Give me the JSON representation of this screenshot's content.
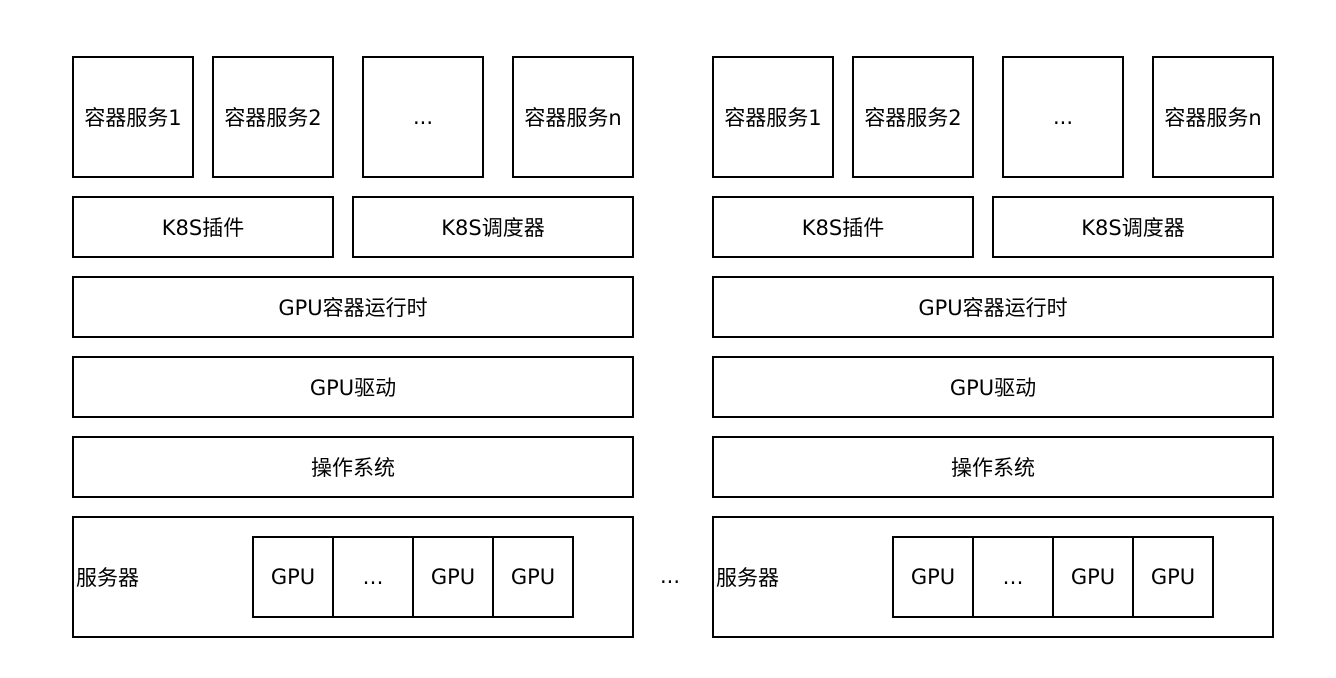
{
  "nodes": [
    {
      "services": [
        "容器服务1",
        "容器服务2",
        "...",
        "容器服务n"
      ],
      "k8s_plugin": "K8S插件",
      "k8s_scheduler": "K8S调度器",
      "gpu_runtime": "GPU容器运行时",
      "gpu_driver": "GPU驱动",
      "os": "操作系统",
      "server": "服务器",
      "gpus": [
        "GPU",
        "…",
        "GPU",
        "GPU"
      ]
    },
    {
      "services": [
        "容器服务1",
        "容器服务2",
        "...",
        "容器服务n"
      ],
      "k8s_plugin": "K8S插件",
      "k8s_scheduler": "K8S调度器",
      "gpu_runtime": "GPU容器运行时",
      "gpu_driver": "GPU驱动",
      "os": "操作系统",
      "server": "服务器",
      "gpus": [
        "GPU",
        "…",
        "GPU",
        "GPU"
      ]
    }
  ],
  "between_nodes": "..."
}
